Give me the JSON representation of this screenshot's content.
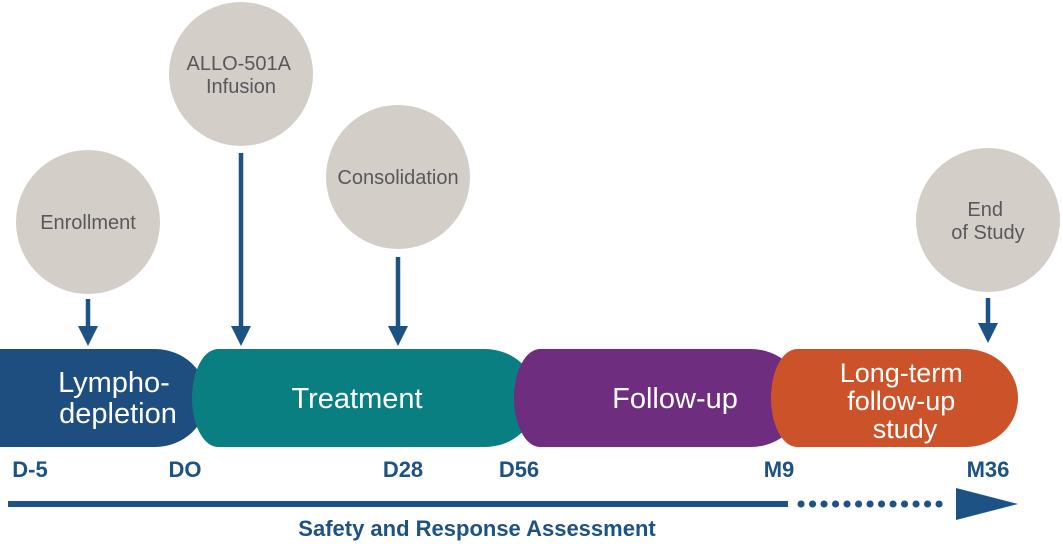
{
  "colors": {
    "circle_fill": "#D4CEC9",
    "circle_text": "#58585C",
    "accent_blue": "#1D5284",
    "band_text": "#FFFFFF"
  },
  "milestones": [
    {
      "name": "enrollment",
      "lines": [
        "Enrollment"
      ]
    },
    {
      "name": "allo-501a-infusion",
      "lines": [
        "ALLO-501A",
        "Infusion"
      ]
    },
    {
      "name": "consolidation",
      "lines": [
        "Consolidation"
      ]
    },
    {
      "name": "end-of-study",
      "lines": [
        "End",
        "of Study"
      ]
    }
  ],
  "phases": [
    {
      "name": "lympho-depletion",
      "color": "#1E4E80",
      "lines": [
        "Lympho-",
        "depletion"
      ]
    },
    {
      "name": "treatment",
      "color": "#0A7F81",
      "lines": [
        "Treatment"
      ]
    },
    {
      "name": "follow-up",
      "color": "#6F2D80",
      "lines": [
        "Follow-up"
      ]
    },
    {
      "name": "long-term-follow-up-study",
      "color": "#CC5329",
      "lines": [
        "Long-term",
        "follow-up",
        "study"
      ]
    }
  ],
  "timepoints": [
    "D-5",
    "DO",
    "D28",
    "D56",
    "M9",
    "M36"
  ],
  "assessment_label": "Safety and Response Assessment"
}
